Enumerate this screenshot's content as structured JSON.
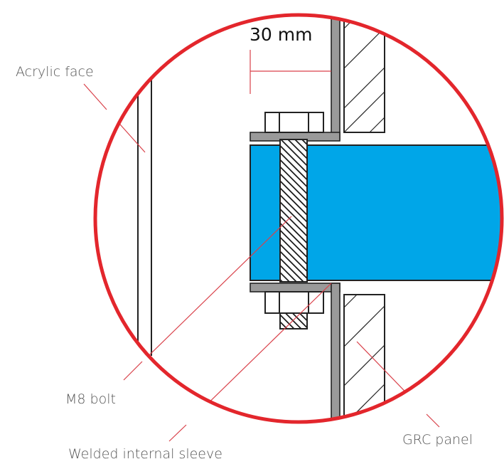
{
  "labels": {
    "dimension": "30 mm",
    "acrylic_face": "Acrylic face",
    "m8_bolt": "M8 bolt",
    "welded_internal_sleeve": "Welded internal sleeve",
    "grc_panel": "GRC panel"
  },
  "colors": {
    "circle": "#e3262c",
    "leader": "#d9414a",
    "tube_fill": "#00a6e8",
    "line": "#222222",
    "steel_grey": "#9a9a9a",
    "label_text": "#555555"
  }
}
